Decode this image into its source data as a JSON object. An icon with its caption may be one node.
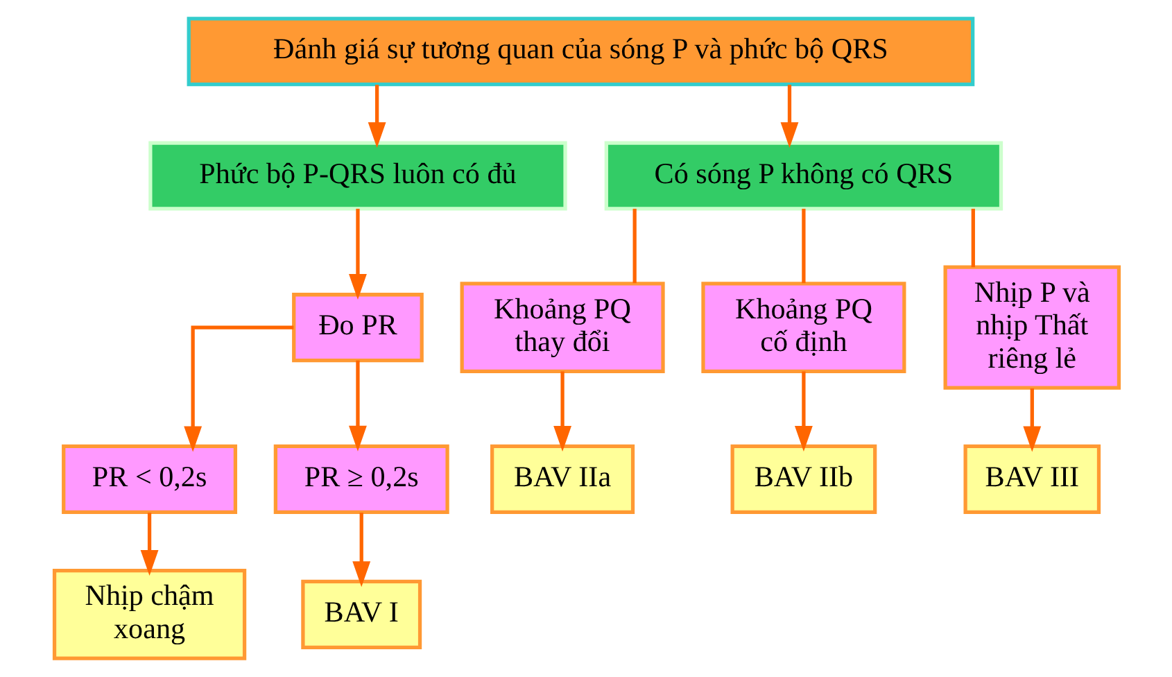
{
  "diagram": {
    "nodes": [
      {
        "text": [
          "Đánh giá sự tương quan của sóng P và phức bộ QRS"
        ]
      },
      {
        "text": [
          "Phức bộ P-QRS luôn có đủ"
        ]
      },
      {
        "text": [
          "Có sóng P không có QRS"
        ]
      },
      {
        "text": [
          "Đo PR"
        ]
      },
      {
        "text": [
          "PR < 0,2s"
        ]
      },
      {
        "text": [
          "PR ≥ 0,2s"
        ]
      },
      {
        "text": [
          "Nhịp chậm xoang"
        ]
      },
      {
        "text": [
          "BAV I"
        ]
      },
      {
        "text": [
          "Khoảng PQ thay đổi"
        ]
      },
      {
        "text": [
          "Khoảng PQ cố định"
        ]
      },
      {
        "text": [
          "Nhịp P và nhịp Thất riêng lẻ"
        ]
      },
      {
        "text": [
          "BAV IIa"
        ]
      },
      {
        "text": [
          "BAV IIb"
        ]
      },
      {
        "text": [
          "BAV III"
        ]
      }
    ],
    "edges": [
      {
        "from": 0,
        "to": 1,
        "arrow": "to"
      },
      {
        "from": 0,
        "to": 2,
        "arrow": "to"
      },
      {
        "from": 1,
        "to": 3,
        "arrow": "to"
      },
      {
        "from": 3,
        "to": 4,
        "arrow": "to"
      },
      {
        "from": 3,
        "to": 5,
        "arrow": "to"
      },
      {
        "from": 4,
        "to": 6,
        "arrow": "to"
      },
      {
        "from": 5,
        "to": 7,
        "arrow": "to"
      },
      {
        "from": 2,
        "to": 8,
        "arrow": "none"
      },
      {
        "from": 2,
        "to": 9,
        "arrow": "none"
      },
      {
        "from": 2,
        "to": 10,
        "arrow": "none"
      },
      {
        "from": 8,
        "to": 11,
        "arrow": "to"
      },
      {
        "from": 9,
        "to": 12,
        "arrow": "to"
      },
      {
        "from": 10,
        "to": 13,
        "arrow": "to"
      }
    ]
  }
}
